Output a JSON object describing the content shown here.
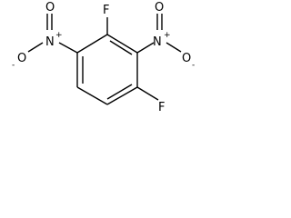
{
  "molecule": {
    "atoms": {
      "f_top": "F",
      "f_bottom": "F",
      "n_left": "N",
      "n_right": "N",
      "o_left_top": "O",
      "o_left_bottom": "O",
      "o_right_top": "O",
      "o_right_bottom": "O"
    },
    "charges": {
      "n_left": "+",
      "n_right": "+",
      "o_left_bottom": "-",
      "o_right_bottom": "-"
    }
  }
}
